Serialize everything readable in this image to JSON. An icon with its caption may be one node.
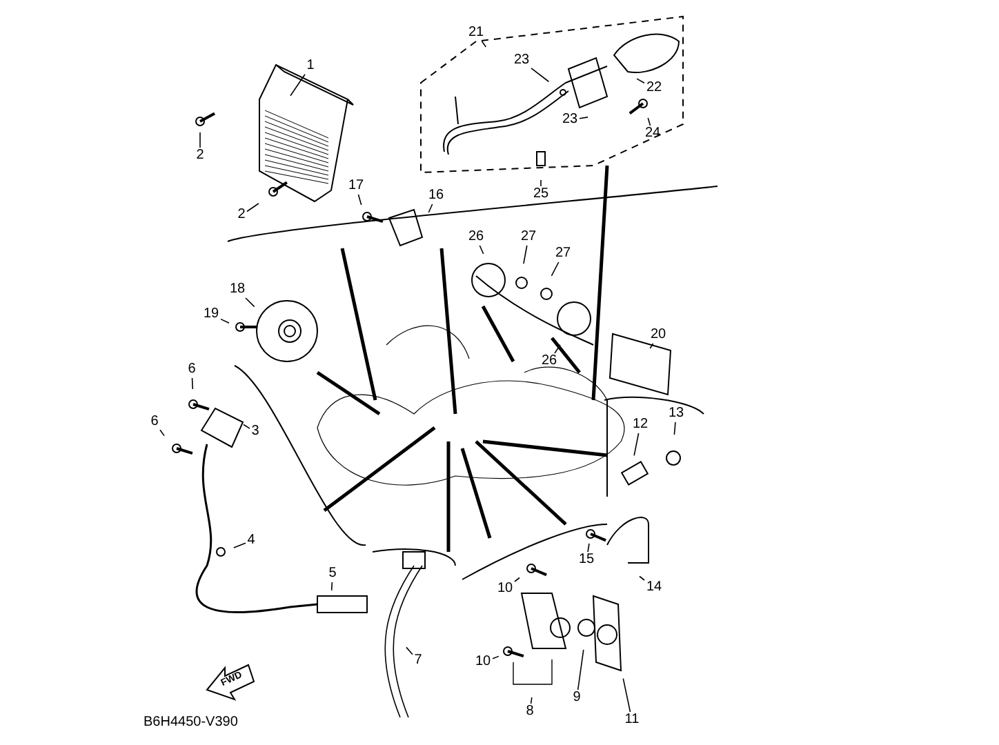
{
  "diagram": {
    "nodes": [
      {
        "text": [
          "1"
        ]
      },
      {
        "text": [
          "2"
        ]
      },
      {
        "text": [
          "2"
        ]
      },
      {
        "text": [
          "21"
        ]
      },
      {
        "text": [
          "23"
        ]
      },
      {
        "text": [
          "22"
        ]
      },
      {
        "text": [
          "23"
        ]
      },
      {
        "text": [
          "24"
        ]
      },
      {
        "text": [
          "25"
        ]
      },
      {
        "text": [
          "17"
        ]
      },
      {
        "text": [
          "16"
        ]
      },
      {
        "text": [
          "26"
        ]
      },
      {
        "text": [
          "27"
        ]
      },
      {
        "text": [
          "27"
        ]
      },
      {
        "text": [
          "26"
        ]
      },
      {
        "text": [
          "18"
        ]
      },
      {
        "text": [
          "19"
        ]
      },
      {
        "text": [
          "20"
        ]
      },
      {
        "text": [
          "6"
        ]
      },
      {
        "text": [
          "6"
        ]
      },
      {
        "text": [
          "3"
        ]
      },
      {
        "text": [
          "13"
        ]
      },
      {
        "text": [
          "12"
        ]
      },
      {
        "text": [
          "4"
        ]
      },
      {
        "text": [
          "15"
        ]
      },
      {
        "text": [
          "5"
        ]
      },
      {
        "text": [
          "14"
        ]
      },
      {
        "text": [
          "10"
        ]
      },
      {
        "text": [
          "7"
        ]
      },
      {
        "text": [
          "10"
        ]
      },
      {
        "text": [
          "9"
        ]
      },
      {
        "text": [
          "8"
        ]
      },
      {
        "text": [
          "11"
        ]
      }
    ],
    "edges": [
      {
        "from": 0,
        "to": null,
        "arrow": "none"
      },
      {
        "from": 1,
        "to": null,
        "arrow": "none"
      },
      {
        "from": 2,
        "to": null,
        "arrow": "none"
      },
      {
        "from": 3,
        "to": null,
        "arrow": "none"
      },
      {
        "from": 4,
        "to": null,
        "arrow": "none"
      },
      {
        "from": 5,
        "to": null,
        "arrow": "none"
      },
      {
        "from": 6,
        "to": null,
        "arrow": "none"
      },
      {
        "from": 7,
        "to": null,
        "arrow": "none"
      },
      {
        "from": 8,
        "to": null,
        "arrow": "none"
      },
      {
        "from": 9,
        "to": null,
        "arrow": "none"
      },
      {
        "from": 10,
        "to": null,
        "arrow": "none"
      },
      {
        "from": 11,
        "to": null,
        "arrow": "none"
      },
      {
        "from": 12,
        "to": null,
        "arrow": "none"
      },
      {
        "from": 13,
        "to": null,
        "arrow": "none"
      },
      {
        "from": 14,
        "to": null,
        "arrow": "none"
      },
      {
        "from": 15,
        "to": null,
        "arrow": "none"
      },
      {
        "from": 16,
        "to": null,
        "arrow": "none"
      },
      {
        "from": 17,
        "to": null,
        "arrow": "none"
      },
      {
        "from": 18,
        "to": null,
        "arrow": "none"
      },
      {
        "from": 19,
        "to": null,
        "arrow": "none"
      },
      {
        "from": 20,
        "to": null,
        "arrow": "none"
      },
      {
        "from": 21,
        "to": null,
        "arrow": "none"
      },
      {
        "from": 22,
        "to": null,
        "arrow": "none"
      },
      {
        "from": 23,
        "to": null,
        "arrow": "none"
      },
      {
        "from": 24,
        "to": null,
        "arrow": "none"
      },
      {
        "from": 25,
        "to": null,
        "arrow": "none"
      },
      {
        "from": 26,
        "to": null,
        "arrow": "none"
      },
      {
        "from": 27,
        "to": null,
        "arrow": "none"
      },
      {
        "from": 28,
        "to": null,
        "arrow": "none"
      },
      {
        "from": 29,
        "to": null,
        "arrow": "none"
      },
      {
        "from": 30,
        "to": null,
        "arrow": "none"
      },
      {
        "from": 31,
        "to": null,
        "arrow": "none"
      },
      {
        "from": 32,
        "to": null,
        "arrow": "none"
      }
    ],
    "labels": [
      "FWD",
      "B6H4450-V390"
    ]
  }
}
